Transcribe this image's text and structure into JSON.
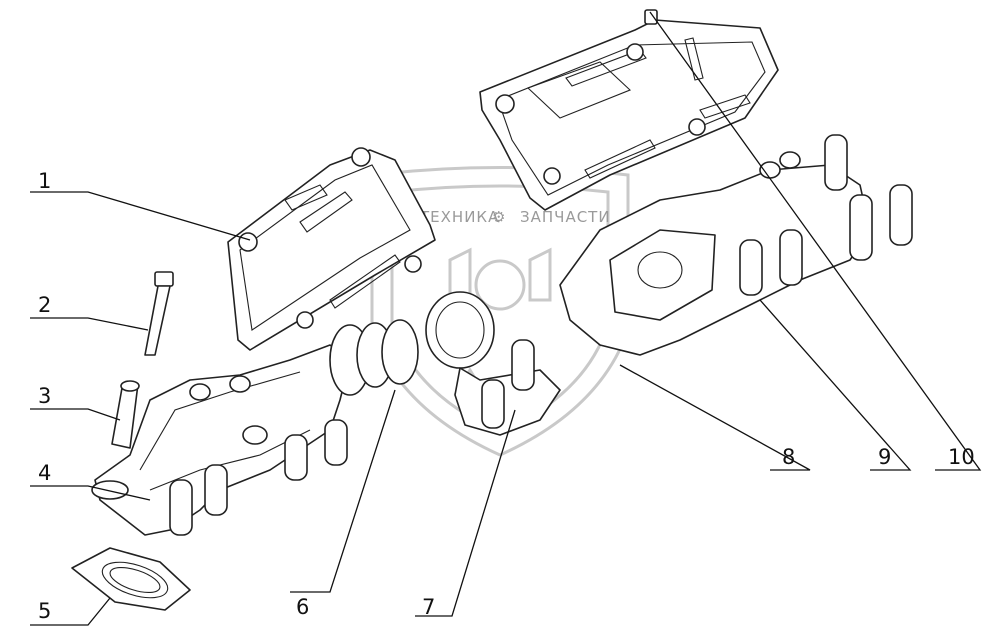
{
  "watermark": {
    "text_left": "ТЕХНИКА",
    "text_right": "ЗАПЧАСТИ"
  },
  "callouts": [
    "1",
    "2",
    "3",
    "4",
    "5",
    "6",
    "7",
    "8",
    "9",
    "10"
  ]
}
